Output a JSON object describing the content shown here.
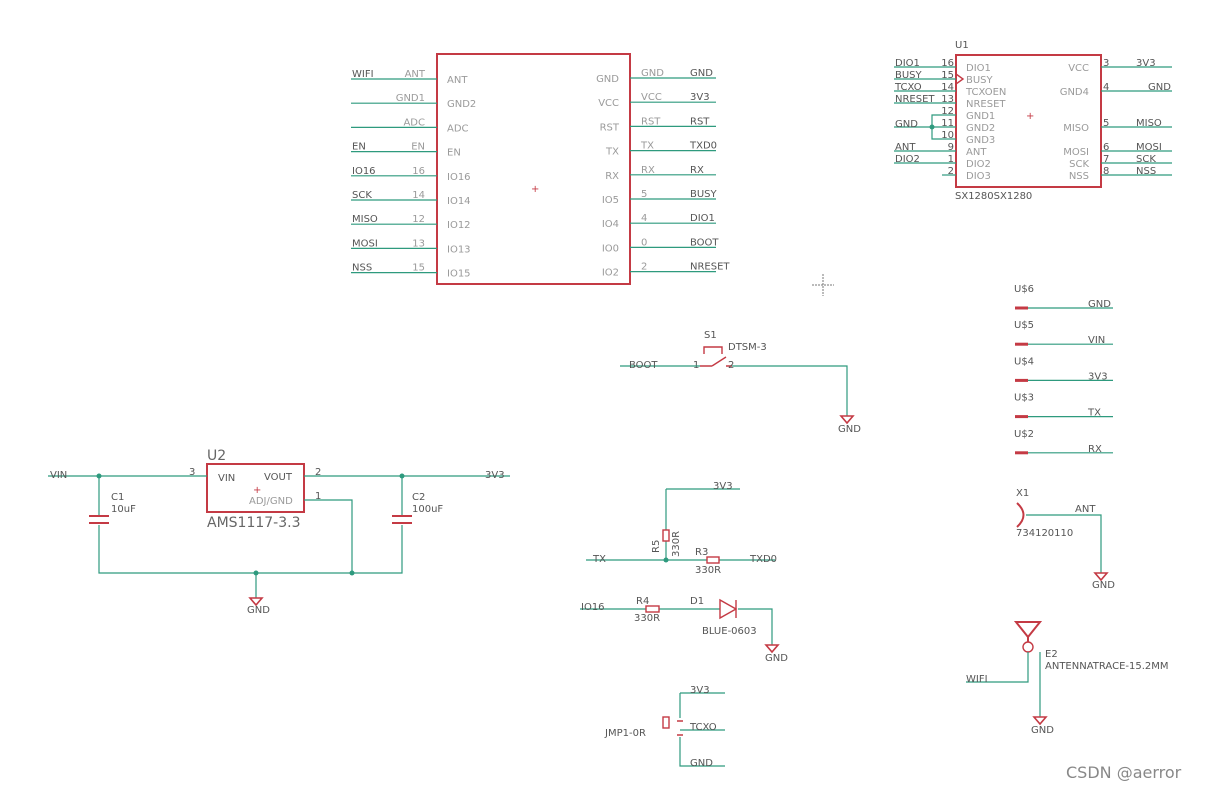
{
  "esp": {
    "left_pins": [
      {
        "net": "WIFI",
        "pad": "ANT",
        "name": "ANT"
      },
      {
        "net": "",
        "pad": "GND1",
        "name": "GND2"
      },
      {
        "net": "",
        "pad": "ADC",
        "name": "ADC"
      },
      {
        "net": "EN",
        "pad": "EN",
        "name": "EN"
      },
      {
        "net": "IO16",
        "pad": "16",
        "name": "IO16"
      },
      {
        "net": "SCK",
        "pad": "14",
        "name": "IO14"
      },
      {
        "net": "MISO",
        "pad": "12",
        "name": "IO12"
      },
      {
        "net": "MOSI",
        "pad": "13",
        "name": "IO13"
      },
      {
        "net": "NSS",
        "pad": "15",
        "name": "IO15"
      }
    ],
    "right_pins": [
      {
        "net": "GND",
        "pad": "GND",
        "name": "GND"
      },
      {
        "net": "3V3",
        "pad": "VCC",
        "name": "VCC"
      },
      {
        "net": "RST",
        "pad": "RST",
        "name": "RST"
      },
      {
        "net": "TXD0",
        "pad": "TX",
        "name": "TX"
      },
      {
        "net": "RX",
        "pad": "RX",
        "name": "RX"
      },
      {
        "net": "BUSY",
        "pad": "5",
        "name": "IO5"
      },
      {
        "net": "DIO1",
        "pad": "4",
        "name": "IO4"
      },
      {
        "net": "BOOT",
        "pad": "0",
        "name": "IO0"
      },
      {
        "net": "NRESET",
        "pad": "2",
        "name": "IO2"
      }
    ]
  },
  "sx": {
    "ref": "U1",
    "value": "SX1280SX1280",
    "left_pins": [
      {
        "net": "DIO1",
        "pad": "16",
        "name": "DIO1"
      },
      {
        "net": "BUSY",
        "pad": "15",
        "name": "BUSY"
      },
      {
        "net": "TCXO",
        "pad": "14",
        "name": "TCXOEN"
      },
      {
        "net": "NRESET",
        "pad": "13",
        "name": "NRESET"
      },
      {
        "net": "",
        "pad": "12",
        "name": "GND1"
      },
      {
        "net": "GND",
        "pad": "11",
        "name": "GND2"
      },
      {
        "net": "",
        "pad": "10",
        "name": "GND3"
      },
      {
        "net": "ANT",
        "pad": "9",
        "name": "ANT"
      },
      {
        "net": "DIO2",
        "pad": "1",
        "name": "DIO2"
      },
      {
        "net": "",
        "pad": "2",
        "name": "DIO3"
      }
    ],
    "right_pins": [
      {
        "net": "3V3",
        "pad": "3",
        "name": "VCC"
      },
      {
        "net": "GND",
        "pad": "4",
        "name": "GND4"
      },
      {
        "net": "MISO",
        "pad": "5",
        "name": "MISO"
      },
      {
        "net": "MOSI",
        "pad": "6",
        "name": "MOSI"
      },
      {
        "net": "SCK",
        "pad": "7",
        "name": "SCK"
      },
      {
        "net": "NSS",
        "pad": "8",
        "name": "NSS"
      }
    ]
  },
  "connectors": [
    {
      "ref": "U$6",
      "net": "GND"
    },
    {
      "ref": "U$5",
      "net": "VIN"
    },
    {
      "ref": "U$4",
      "net": "3V3"
    },
    {
      "ref": "U$3",
      "net": "TX"
    },
    {
      "ref": "U$2",
      "net": "RX"
    }
  ],
  "s1": {
    "ref": "S1",
    "value": "DTSM-3",
    "pin1": "1",
    "pin2": "2",
    "net_in": "BOOT",
    "net_gnd": "GND"
  },
  "reg": {
    "ref": "U2",
    "value": "AMS1117-3.3",
    "pin_in": "VIN",
    "pin_out": "VOUT",
    "pin_adj": "ADJ/GND",
    "pad_in": "3",
    "pad_out": "2",
    "pad_adj": "1",
    "net_in": "VIN",
    "net_out": "3V3",
    "net_gnd": "GND",
    "c1_ref": "C1",
    "c1_val": "10uF",
    "c2_ref": "C2",
    "c2_val": "100uF"
  },
  "led": {
    "net_3v3": "3V3",
    "net_tx": "TX",
    "net_txd0": "TXD0",
    "net_io16": "IO16",
    "net_gnd": "GND",
    "r5": "R5",
    "r5_val": "330R",
    "r3": "R3",
    "r3_val": "330R",
    "r4": "R4",
    "r4_val": "330R",
    "d1": "D1",
    "d1_val": "BLUE-0603"
  },
  "jmp": {
    "ref": "JMP1-0R",
    "net_3v3": "3V3",
    "net_tcxo": "TCXO",
    "net_gnd": "GND"
  },
  "x1": {
    "ref": "X1",
    "value": "734120110",
    "net": "ANT",
    "net_gnd": "GND"
  },
  "e2": {
    "ref": "E2",
    "value": "ANTENNATRACE-15.2MM",
    "net": "WIFI",
    "net_gnd": "GND"
  },
  "watermark": "CSDN @aerror"
}
